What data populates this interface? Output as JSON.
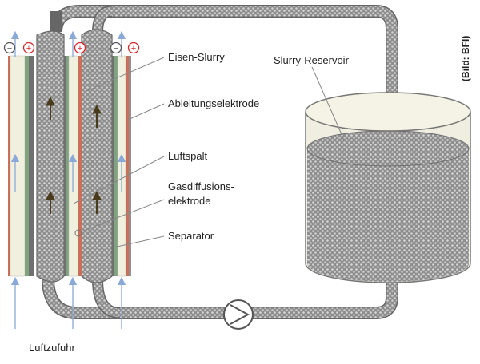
{
  "labels": {
    "eisen_slurry": "Eisen-Slurry",
    "ableitungselektrode": "Ableitungselektrode",
    "luftspalt": "Luftspalt",
    "gasdiffusion_line1": "Gasdiffusions-",
    "gasdiffusion_line2": "elektrode",
    "separator": "Separator",
    "slurry_reservoir": "Slurry-Reservoir",
    "luftzufuhr": "Luftzufuhr",
    "credit": "(Bild: BFI)"
  },
  "terminals": {
    "minus": "−",
    "plus": "+"
  },
  "colors": {
    "minus_terminal": "#555555",
    "plus_terminal": "#d7262b",
    "copper_electrode": "#c8705a",
    "gas_diffusion": "#7fa37f",
    "separator": "#707070",
    "air_gap": "#f1efde",
    "air_arrow": "#8aa9d6",
    "slurry": "#8b8b8b",
    "flow_arrow": "#4a3b1c",
    "reservoir_glass": "#efeee0"
  }
}
